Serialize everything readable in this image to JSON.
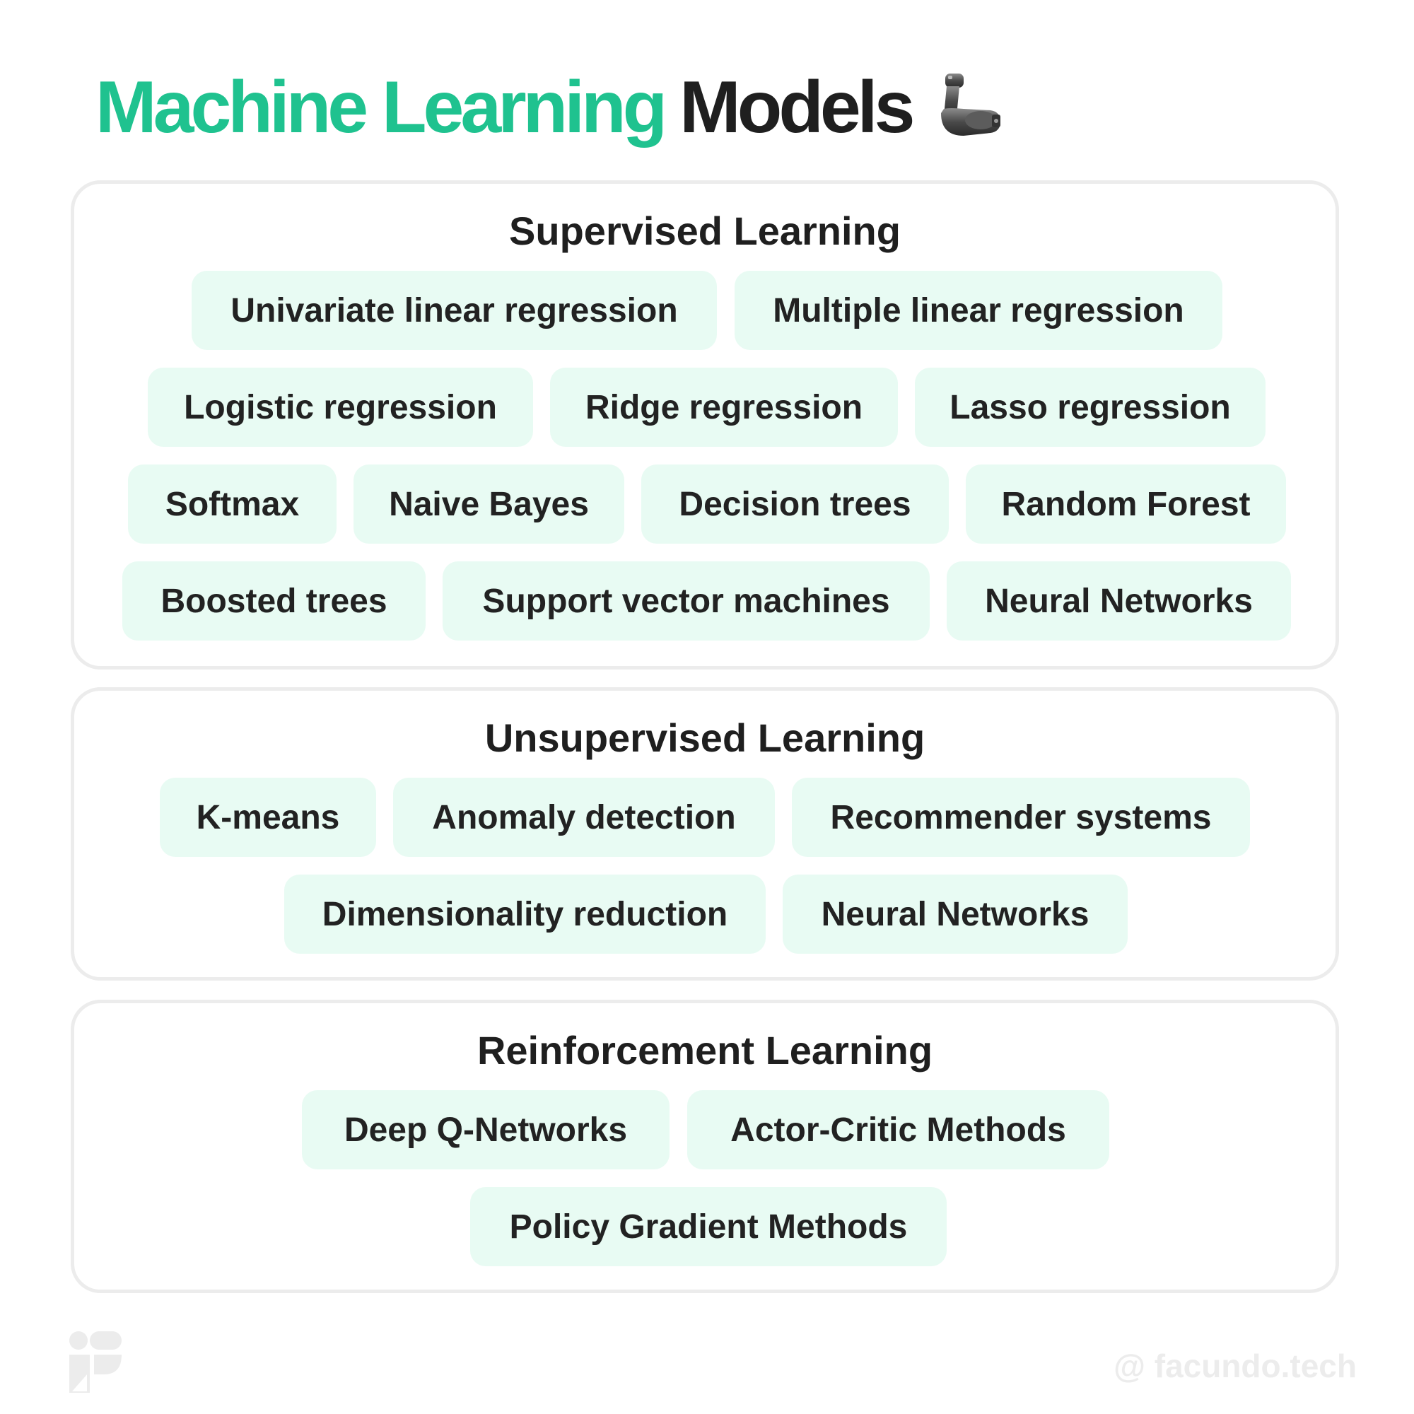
{
  "title": {
    "accent": "Machine Learning",
    "rest": "Models"
  },
  "sections": {
    "supervised": {
      "title": "Supervised Learning",
      "items": [
        "Univariate linear regression",
        "Multiple linear regression",
        "Logistic regression",
        "Ridge regression",
        "Lasso regression",
        "Softmax",
        "Naive Bayes",
        "Decision trees",
        "Random Forest",
        "Boosted trees",
        "Support vector machines",
        "Neural Networks"
      ]
    },
    "unsupervised": {
      "title": "Unsupervised Learning",
      "items": [
        "K-means",
        "Anomaly detection",
        "Recommender systems",
        "Dimensionality reduction",
        "Neural Networks"
      ]
    },
    "reinforcement": {
      "title": "Reinforcement Learning",
      "items": [
        "Deep Q-Networks",
        "Actor-Critic Methods",
        "Policy Gradient Methods"
      ]
    }
  },
  "footer": {
    "handle": "@ facundo.tech"
  },
  "icons": {
    "title_icon": "mechanical-arm-icon",
    "brand_logo": "facundo-logo-icon"
  },
  "colors": {
    "accent": "#1fc28f",
    "chip_background": "#e8fbf3",
    "section_border": "#ececec",
    "text": "#1f1f1f"
  }
}
